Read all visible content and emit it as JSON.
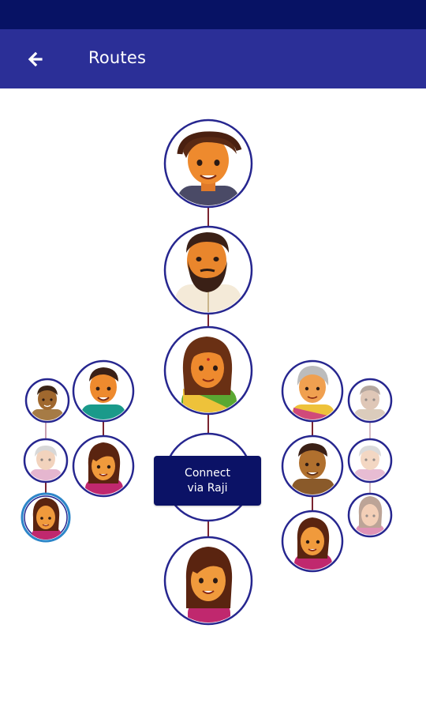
{
  "app_bar": {
    "title": "Routes",
    "back_icon": "arrow-left-icon"
  },
  "connect_button": {
    "line1": "Connect",
    "line2": "via Raji"
  },
  "colors": {
    "status_bar": "#071264",
    "app_bar": "#2b2f97",
    "node_border": "#26268f",
    "selected_border": "#2d86c9",
    "connector": "#7a2430",
    "button": "#0b1266"
  },
  "route_nodes": [
    {
      "icon": "man-cap-avatar-icon"
    },
    {
      "icon": "bearded-man-avatar-icon"
    },
    {
      "icon": "woman-yellow-scarf-avatar-icon"
    },
    {
      "icon": "empty-node"
    },
    {
      "icon": "girl-pink-avatar-icon"
    }
  ],
  "left_network": [
    {
      "icon": "man-avatar-icon"
    },
    {
      "icon": "young-man-avatar-icon"
    },
    {
      "icon": "grandmother-avatar-icon"
    },
    {
      "icon": "girl-avatar-icon"
    },
    {
      "icon": "girl-selected-avatar-icon",
      "selected": true
    }
  ],
  "right_network": [
    {
      "icon": "grandmother-yellow-avatar-icon"
    },
    {
      "icon": "man-avatar-icon"
    },
    {
      "icon": "man-brown-avatar-icon"
    },
    {
      "icon": "grandmother-avatar-icon"
    },
    {
      "icon": "girl-avatar-icon"
    },
    {
      "icon": "girl-avatar-icon"
    }
  ]
}
